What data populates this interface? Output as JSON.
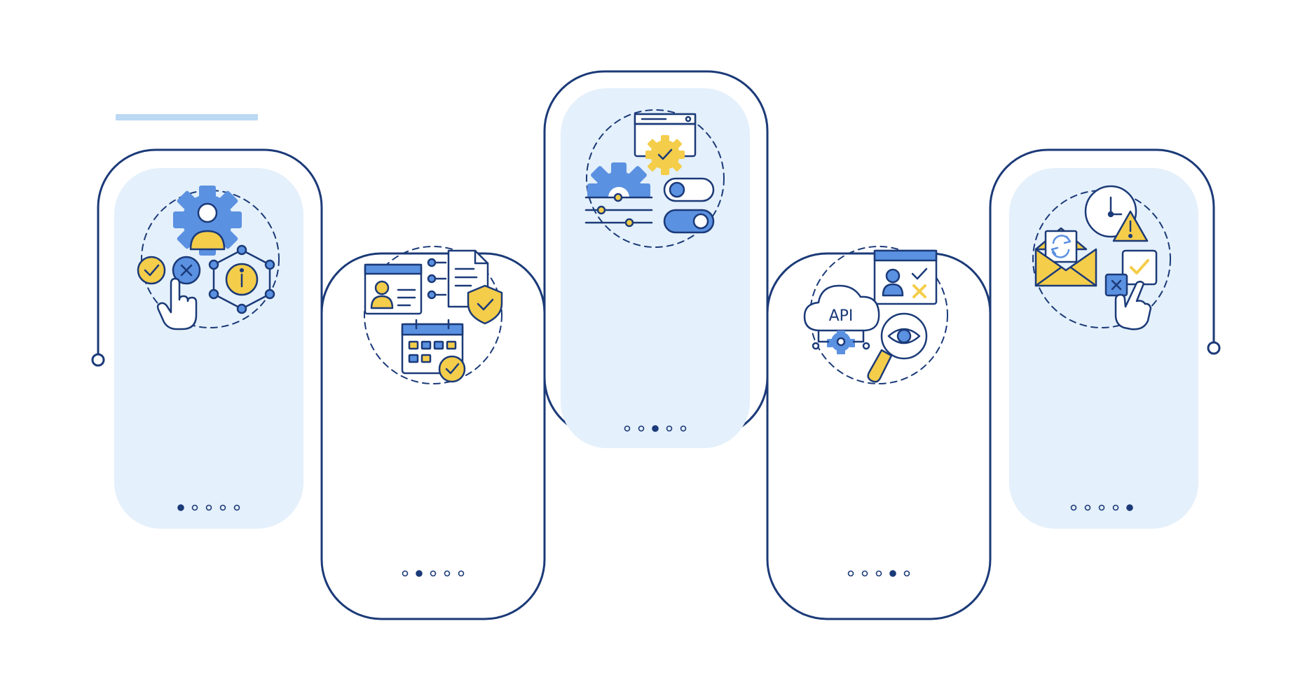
{
  "colors": {
    "outline": "#1b3a78",
    "panel_fill": "#e4f0fb",
    "icon_blue": "#5b91e1",
    "icon_yellow": "#f4cd4a",
    "icon_stroke": "#1b3a78",
    "accent_bar": "#bcd9f3",
    "background": "#ffffff"
  },
  "steps": [
    {
      "id": "step-1",
      "active_dot": 0,
      "icon": "user-settings-network-icon"
    },
    {
      "id": "step-2",
      "active_dot": 1,
      "icon": "profile-document-calendar-icon"
    },
    {
      "id": "step-3",
      "active_dot": 2,
      "icon": "system-configuration-toggles-icon"
    },
    {
      "id": "step-4",
      "active_dot": 3,
      "icon": "api-monitoring-icon"
    },
    {
      "id": "step-5",
      "active_dot": 4,
      "icon": "email-notification-approval-icon"
    }
  ],
  "icon4": {
    "api_label": "API"
  }
}
